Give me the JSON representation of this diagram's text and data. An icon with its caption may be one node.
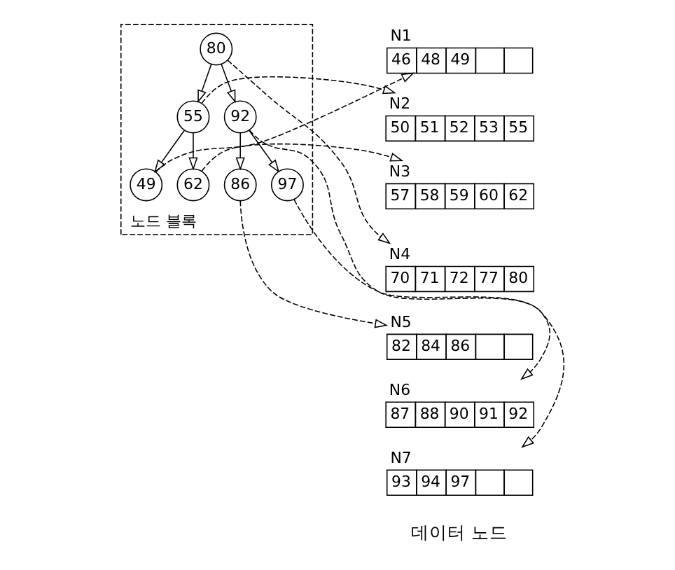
{
  "diagram": {
    "nodes": [
      {
        "text": [
          "노드 블록"
        ]
      },
      {
        "text": [
          "80"
        ],
        "in": 0
      },
      {
        "text": [
          "55"
        ],
        "in": 0
      },
      {
        "text": [
          "92"
        ],
        "in": 0
      },
      {
        "text": [
          "49"
        ],
        "in": 0
      },
      {
        "text": [
          "62"
        ],
        "in": 0
      },
      {
        "text": [
          "86"
        ],
        "in": 0
      },
      {
        "text": [
          "97"
        ],
        "in": 0
      },
      {
        "text": [
          "N1",
          "46",
          "48",
          "49"
        ]
      },
      {
        "text": [
          "N2",
          "50",
          "51",
          "52",
          "53",
          "55"
        ]
      },
      {
        "text": [
          "N3",
          "57",
          "58",
          "59",
          "60",
          "62"
        ]
      },
      {
        "text": [
          "N4",
          "70",
          "71",
          "72",
          "77",
          "80"
        ]
      },
      {
        "text": [
          "N5",
          "82",
          "84",
          "86"
        ]
      },
      {
        "text": [
          "N6",
          "87",
          "88",
          "90",
          "91",
          "92"
        ]
      },
      {
        "text": [
          "N7",
          "93",
          "94",
          "97"
        ]
      }
    ],
    "edges": [
      {
        "from": 1,
        "to": 2,
        "arrow": "to"
      },
      {
        "from": 1,
        "to": 3,
        "arrow": "to"
      },
      {
        "from": 2,
        "to": 4,
        "arrow": "to"
      },
      {
        "from": 2,
        "to": 5,
        "arrow": "to"
      },
      {
        "from": 3,
        "to": 6,
        "arrow": "to"
      },
      {
        "from": 3,
        "to": 7,
        "arrow": "to"
      },
      {
        "from": 4,
        "to": 8,
        "arrow": "to",
        "style": "dashed"
      },
      {
        "from": 2,
        "to": 9,
        "arrow": "to",
        "style": "dashed"
      },
      {
        "from": 5,
        "to": 10,
        "arrow": "to",
        "style": "dashed"
      },
      {
        "from": 1,
        "to": 11,
        "arrow": "to",
        "style": "dashed"
      },
      {
        "from": 6,
        "to": 12,
        "arrow": "to",
        "style": "dashed"
      },
      {
        "from": 3,
        "to": 13,
        "arrow": "to",
        "style": "dashed"
      },
      {
        "from": 7,
        "to": 14,
        "arrow": "to",
        "style": "dashed"
      }
    ],
    "labels": [
      "데이터 노드"
    ]
  }
}
